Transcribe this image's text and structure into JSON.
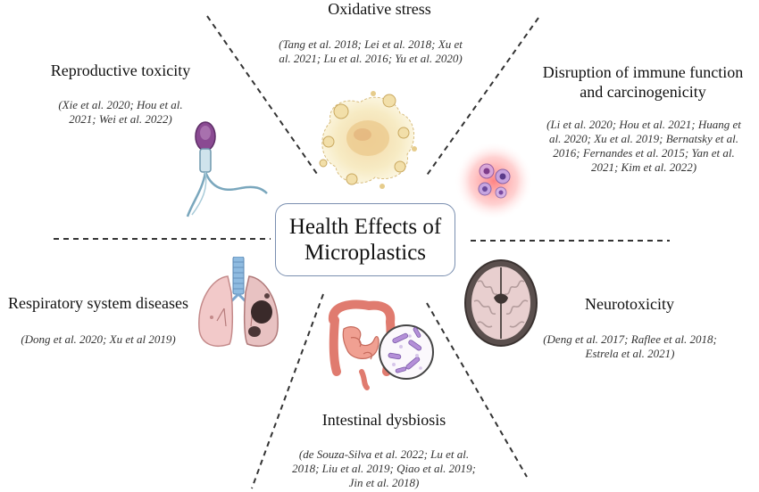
{
  "center": {
    "title_line1": "Health Effects of",
    "title_line2": "Microplastics"
  },
  "effects": {
    "oxidative": {
      "title": "Oxidative stress",
      "cite_lines": [
        "(Tang et al. 2018; Lei et al. 2018; Xu et",
        "al. 2021; Lu et al. 2016; Yu et al. 2020)"
      ]
    },
    "reproductive": {
      "title": "Reproductive toxicity",
      "cite_lines": [
        "(Xie et al. 2020; Hou et al.",
        "2021; Wei et al. 2022)"
      ]
    },
    "immune": {
      "title_lines": [
        "Disruption of immune function",
        "and carcinogenicity"
      ],
      "cite_lines": [
        "(Li et al. 2020; Hou et al. 2021; Huang et",
        "al. 2020; Xu et al. 2019; Bernatsky et al.",
        "2016; Fernandes et al. 2015; Yan et al.",
        "2021; Kim et al. 2022)"
      ]
    },
    "respiratory": {
      "title": "Respiratory system diseases",
      "cite_lines": [
        "(Dong et al. 2020; Xu et al 2019)"
      ]
    },
    "neuro": {
      "title": "Neurotoxicity",
      "cite_lines": [
        "(Deng et al. 2017; Raflee et al. 2018;",
        "Estrela et al. 2021)"
      ]
    },
    "intestinal": {
      "title": "Intestinal dysbiosis",
      "cite_lines": [
        "(de Souza-Silva et al. 2022; Lu et al.",
        "2018; Liu et al. 2019; Qiao et al. 2019;",
        "Jin et al. 2018)"
      ]
    }
  },
  "icons": [
    "oxidative-particle-icon",
    "sperm-icon",
    "immune-cells-icon",
    "lungs-icon",
    "gut-bacteria-icon",
    "brain-scan-icon"
  ],
  "colors": {
    "box_border": "#7a8fb0",
    "divider": "#333333"
  }
}
